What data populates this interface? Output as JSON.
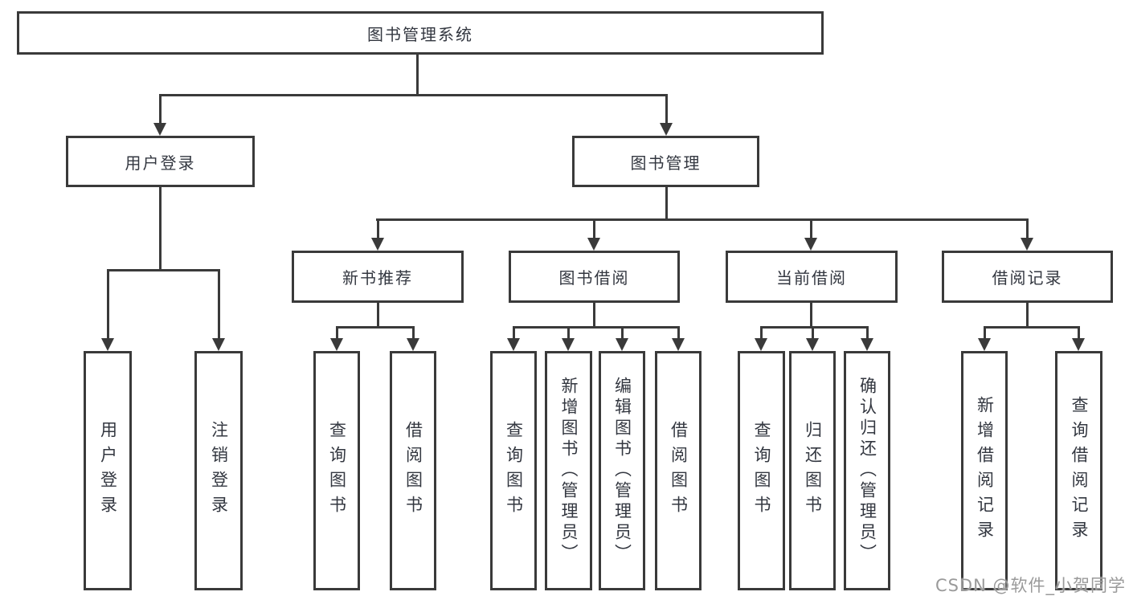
{
  "diagram_title": "图书管理系统",
  "colors": {
    "line": "#3a3a3a",
    "text": "#333740",
    "background": "#ffffff",
    "watermark": "#9a9a9a"
  },
  "tree": {
    "root": {
      "label": "图书管理系统"
    },
    "level2": [
      {
        "id": "user-login",
        "label": "用户登录"
      },
      {
        "id": "book-management",
        "label": "图书管理"
      }
    ],
    "level3": [
      {
        "id": "new-book-recommend",
        "label": "新书推荐",
        "parent": "图书管理"
      },
      {
        "id": "book-borrow",
        "label": "图书借阅",
        "parent": "图书管理"
      },
      {
        "id": "current-borrow",
        "label": "当前借阅",
        "parent": "图书管理"
      },
      {
        "id": "borrow-records",
        "label": "借阅记录",
        "parent": "图书管理"
      }
    ],
    "leaves": [
      {
        "id": "user-login-leaf",
        "label": "用户登录",
        "parent": "用户登录"
      },
      {
        "id": "logout-leaf",
        "label": "注销登录",
        "parent": "用户登录"
      },
      {
        "id": "nb-query-books",
        "label": "查询图书",
        "parent": "新书推荐"
      },
      {
        "id": "nb-borrow-books",
        "label": "借阅图书",
        "parent": "新书推荐"
      },
      {
        "id": "bb-query-books",
        "label": "查询图书",
        "parent": "图书借阅"
      },
      {
        "id": "bb-add-books",
        "label": "新增图书（管理员）",
        "parent": "图书借阅"
      },
      {
        "id": "bb-edit-books",
        "label": "编辑图书（管理员）",
        "parent": "图书借阅"
      },
      {
        "id": "bb-borrow-books",
        "label": "借阅图书",
        "parent": "图书借阅"
      },
      {
        "id": "cb-query-books",
        "label": "查询图书",
        "parent": "当前借阅"
      },
      {
        "id": "cb-return-books",
        "label": "归还图书",
        "parent": "当前借阅"
      },
      {
        "id": "cb-confirm-return",
        "label": "确认归还（管理员）",
        "parent": "当前借阅"
      },
      {
        "id": "br-add-record",
        "label": "新增借阅记录",
        "parent": "借阅记录"
      },
      {
        "id": "br-query-record",
        "label": "查询借阅记录",
        "parent": "借阅记录"
      }
    ]
  },
  "watermark": {
    "text": "CSDN @软件_小贺同学"
  }
}
